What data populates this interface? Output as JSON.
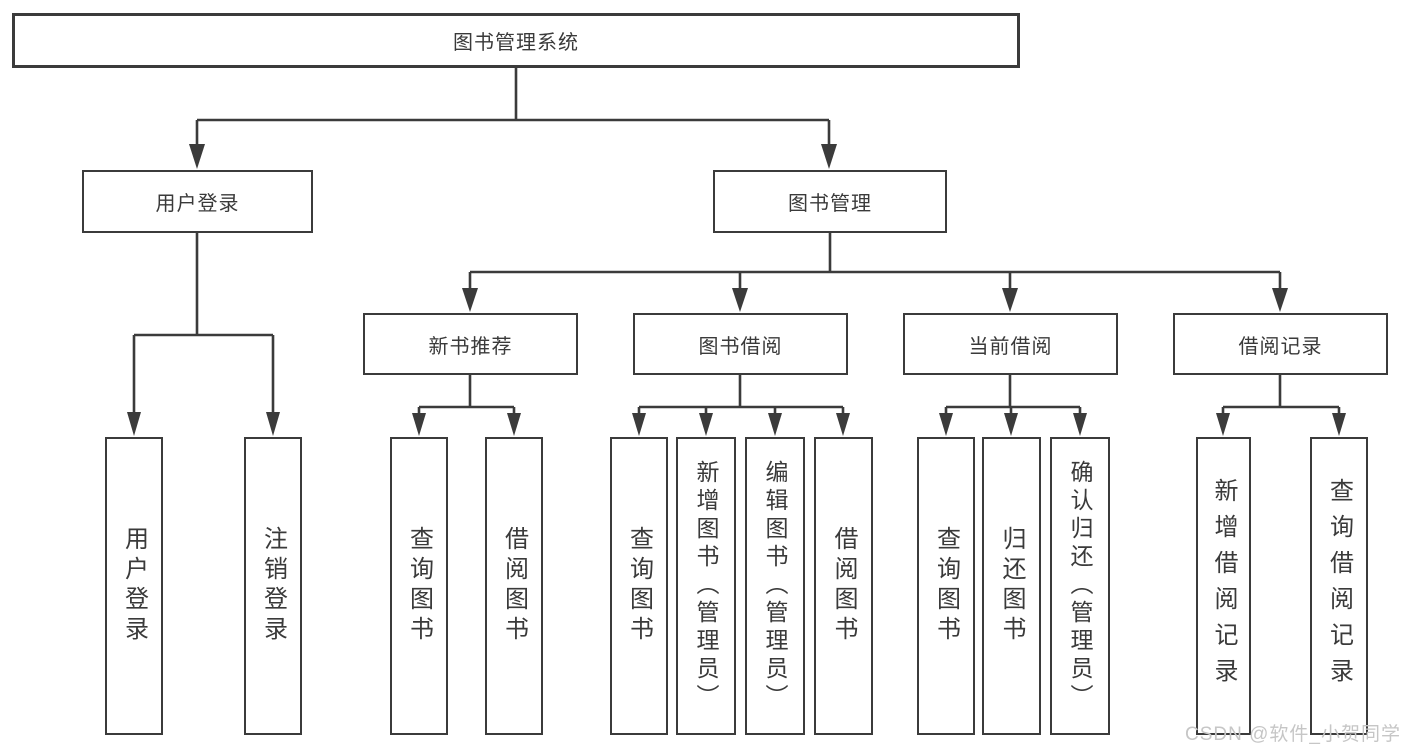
{
  "diagram": {
    "root": {
      "label": "图书管理系统"
    },
    "level2": [
      {
        "label": "用户登录"
      },
      {
        "label": "图书管理"
      }
    ],
    "level3": [
      {
        "label": "新书推荐"
      },
      {
        "label": "图书借阅"
      },
      {
        "label": "当前借阅"
      },
      {
        "label": "借阅记录"
      }
    ],
    "leaves": [
      {
        "label": "用户登录"
      },
      {
        "label": "注销登录"
      },
      {
        "label": "查询图书"
      },
      {
        "label": "借阅图书"
      },
      {
        "label": "查询图书"
      },
      {
        "label": "新增图书（管理员）"
      },
      {
        "label": "编辑图书（管理员）"
      },
      {
        "label": "借阅图书"
      },
      {
        "label": "查询图书"
      },
      {
        "label": "归还图书"
      },
      {
        "label": "确认归还（管理员）"
      },
      {
        "label": "新增借阅记录"
      },
      {
        "label": "查询借阅记录"
      }
    ],
    "colors": {
      "line": "#3b3b3b",
      "text": "#3a3a3a",
      "background": "#ffffff",
      "watermark": "#c6c6c6"
    }
  },
  "watermark": {
    "text": "CSDN @软件_小贺同学"
  }
}
